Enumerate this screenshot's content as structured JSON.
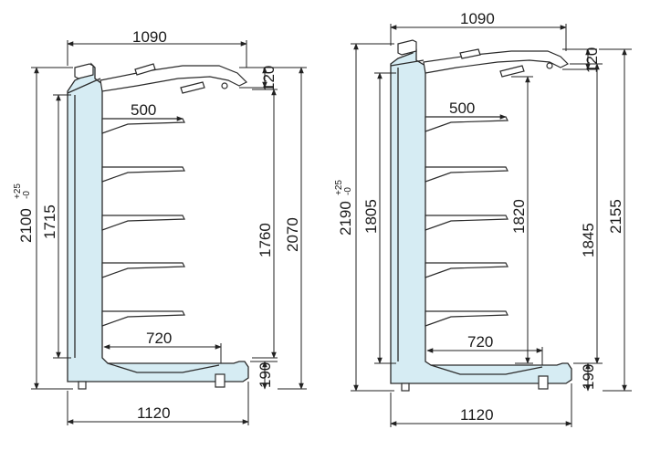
{
  "left_unit": {
    "top_depth": "1090",
    "canopy_height": "120",
    "shelf_depth": "500",
    "total_height": "2100",
    "tolerance_plus": "+25",
    "tolerance_minus": "-0",
    "inner_height": "1715",
    "shelf_span": "1760",
    "outer_height": "2070",
    "deck_depth": "720",
    "base_height": "190",
    "bottom_depth": "1120"
  },
  "right_unit": {
    "top_depth": "1090",
    "canopy_height": "120",
    "shelf_depth": "500",
    "total_height": "2190",
    "tolerance_plus": "+25",
    "tolerance_minus": "-0",
    "inner_height": "1805",
    "shelf_span": "1820",
    "outer_height": "1845",
    "overall_height": "2155",
    "deck_depth": "720",
    "base_height": "190",
    "bottom_depth": "1120"
  }
}
